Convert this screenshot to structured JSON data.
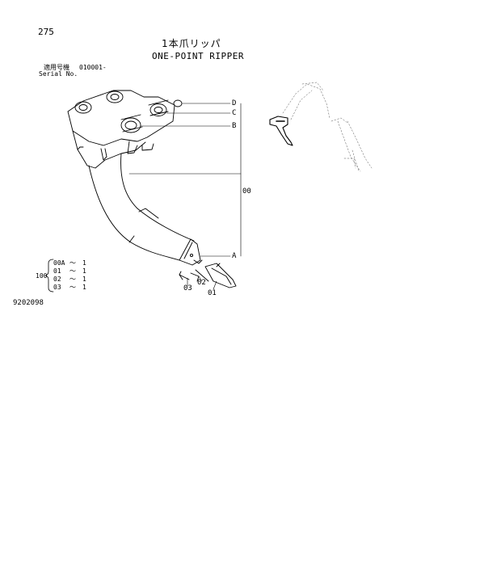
{
  "page_number": "275",
  "title_jp": "1本爪リッパ",
  "title_en": "ONE-POINT RIPPER",
  "serial": {
    "label_jp": "適用号機",
    "label_en": "Serial No.",
    "value": "010001-"
  },
  "callouts": {
    "d": "D",
    "c": "C",
    "b": "B",
    "a": "A",
    "p00": "00",
    "p01": "01",
    "p02": "02",
    "p03": "03"
  },
  "kit": {
    "group": "100",
    "items": [
      {
        "part": "00A",
        "sep": "～",
        "qty": "1"
      },
      {
        "part": "01",
        "sep": "～",
        "qty": "1"
      },
      {
        "part": "02",
        "sep": "～",
        "qty": "1"
      },
      {
        "part": "03",
        "sep": "～",
        "qty": "1"
      }
    ]
  },
  "figure_code": "9202098"
}
